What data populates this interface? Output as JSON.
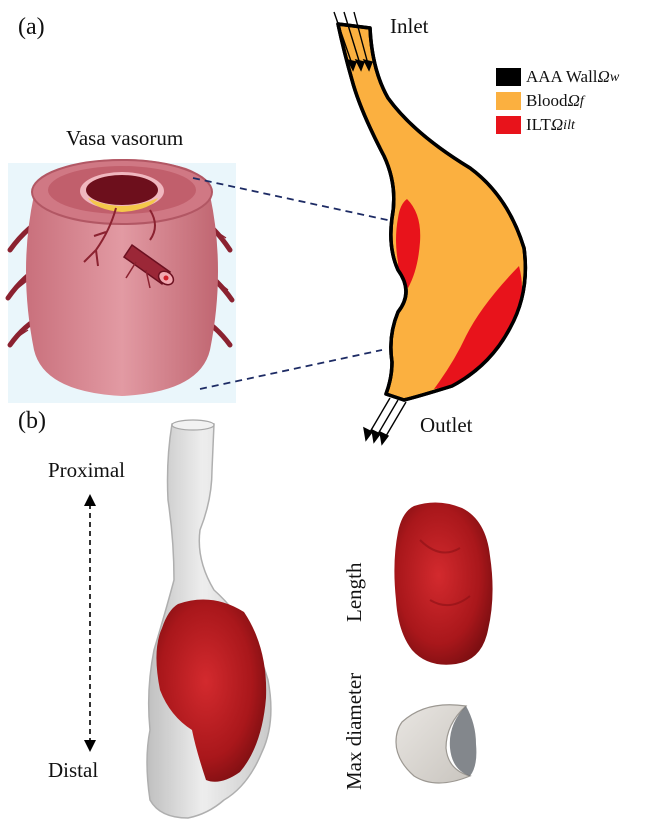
{
  "panels": {
    "a": "(a)",
    "b": "(b)"
  },
  "labels": {
    "inlet": "Inlet",
    "outlet": "Outlet",
    "vasa_vasorum": "Vasa vasorum",
    "proximal": "Proximal",
    "distal": "Distal",
    "length": "Length",
    "max_diameter": "Max diameter"
  },
  "legend": [
    {
      "text": "AAA Wall ",
      "symbol": "Ω",
      "sub": "w",
      "color": "#000000",
      "name": "wall"
    },
    {
      "text": "Blood ",
      "symbol": "Ω",
      "sub": "f",
      "color": "#fbb040",
      "name": "blood"
    },
    {
      "text": "ILT ",
      "symbol": "Ω",
      "sub": "ilt",
      "color": "#e8131b",
      "name": "ilt"
    }
  ],
  "colors": {
    "blood": "#fbb040",
    "ilt": "#e8131b",
    "wall": "#000000",
    "vessel_pink": "#d9858f",
    "vessel_dark": "#8b2230",
    "thrombus_3d": "#b3161b",
    "shell_grey": "#d6d6d6"
  }
}
